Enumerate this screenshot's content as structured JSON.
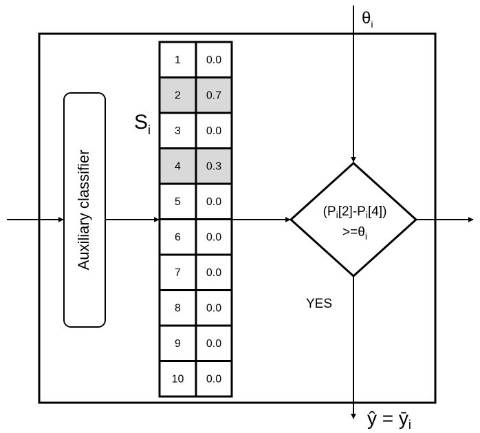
{
  "theta_label": {
    "main": "θ",
    "sub": "i"
  },
  "classifier_label": "Auxiliary  classifier",
  "score_label": {
    "main": "S",
    "sub": "i"
  },
  "score_table": {
    "rows": [
      {
        "index": "1",
        "value": "0.0",
        "highlighted": false
      },
      {
        "index": "2",
        "value": "0.7",
        "highlighted": true
      },
      {
        "index": "3",
        "value": "0.0",
        "highlighted": false
      },
      {
        "index": "4",
        "value": "0.3",
        "highlighted": true
      },
      {
        "index": "5",
        "value": "0.0",
        "highlighted": false
      },
      {
        "index": "6",
        "value": "0.0",
        "highlighted": false
      },
      {
        "index": "7",
        "value": "0.0",
        "highlighted": false
      },
      {
        "index": "8",
        "value": "0.0",
        "highlighted": false
      },
      {
        "index": "9",
        "value": "0.0",
        "highlighted": false
      },
      {
        "index": "10",
        "value": "0.0",
        "highlighted": false
      }
    ],
    "highlight_color": "#d9d9d9"
  },
  "decision": {
    "line1_parts": [
      "(P",
      "i",
      "[2]-P",
      "i",
      "[4])"
    ],
    "line2_parts": [
      ">=θ",
      "i"
    ]
  },
  "yes_label": "YES",
  "output_label": {
    "lhs": "ŷ",
    "eq": " = ",
    "rhs": "ȳ",
    "sub": "i"
  },
  "colors": {
    "stroke": "#000000",
    "background": "#ffffff"
  }
}
